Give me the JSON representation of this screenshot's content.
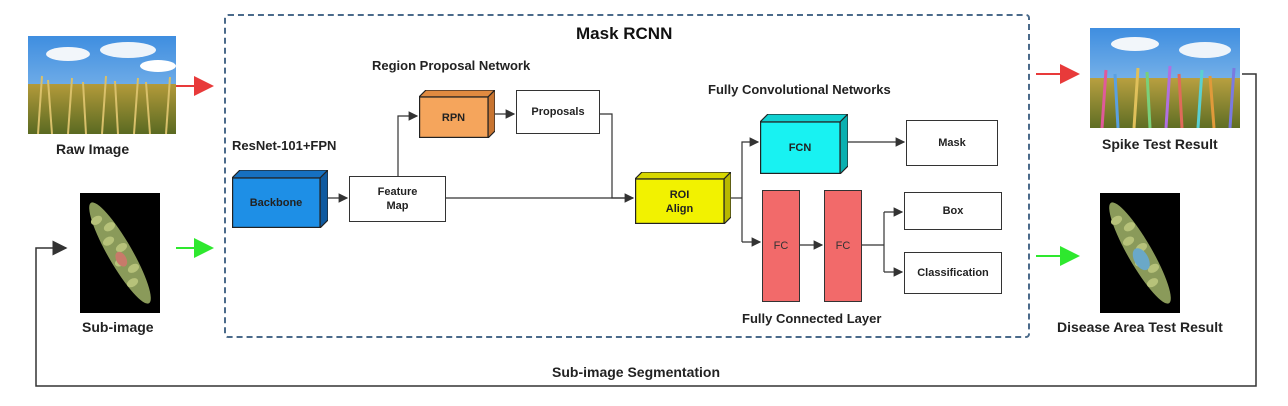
{
  "mask_rcnn": {
    "title": "Mask RCNN"
  },
  "inputs": {
    "raw_image_label": "Raw Image",
    "sub_image_label": "Sub-image"
  },
  "outputs": {
    "spike_label": "Spike Test Result",
    "disease_label": "Disease Area Test Result"
  },
  "loop_label": "Sub-image Segmentation",
  "sections": {
    "backbone_section": "ResNet-101+FPN",
    "rpn_section": "Region Proposal Network",
    "fcn_section": "Fully Convolutional Networks",
    "fc_section": "Fully Connected Layer"
  },
  "nodes": {
    "backbone": "Backbone",
    "feature_map_line1": "Feature",
    "feature_map_line2": "Map",
    "rpn": "RPN",
    "proposals": "Proposals",
    "roi_line1": "ROI",
    "roi_line2": "Align",
    "fcn": "FCN",
    "mask": "Mask",
    "fc1": "FC",
    "fc2": "FC",
    "box": "Box",
    "classification": "Classification"
  },
  "colors": {
    "backbone": "#1e8fe6",
    "rpn": "#f5a55c",
    "roi": "#f2f200",
    "fcn": "#18f2f2",
    "fc": "#f26a6a",
    "red_arrow": "#e83a3a",
    "green_arrow": "#2ee82e",
    "dashed_border": "#4a6a8a"
  }
}
